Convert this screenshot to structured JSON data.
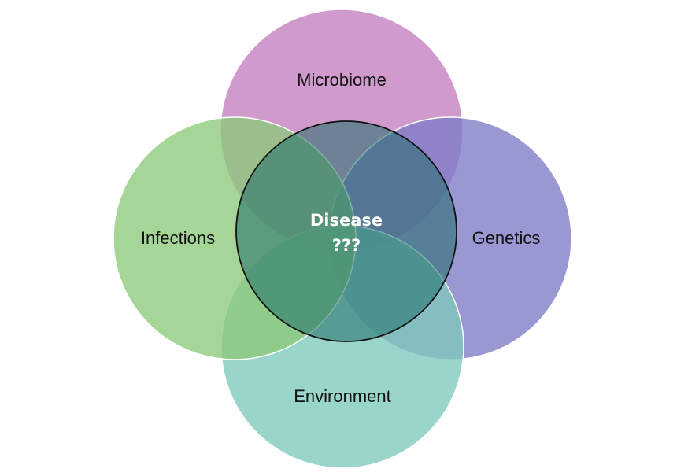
{
  "diagram": {
    "type": "venn",
    "circles": [
      {
        "id": "microbiome",
        "label": "Microbiome",
        "color": "#c37dbf"
      },
      {
        "id": "genetics",
        "label": "Genetics",
        "color": "#7d7bc7"
      },
      {
        "id": "environment",
        "label": "Environment",
        "color": "#7ec9bd"
      },
      {
        "id": "infections",
        "label": "Infections",
        "color": "#8cc97a"
      }
    ],
    "center": {
      "line1": "Disease",
      "line2": "???",
      "color": "#1f6e67"
    }
  }
}
